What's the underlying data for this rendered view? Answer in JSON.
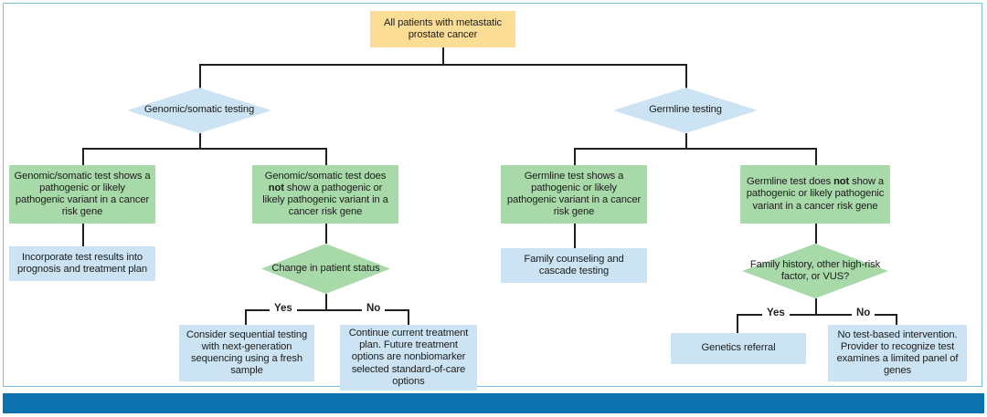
{
  "figure": {
    "kind": "clinical-decision-flowchart",
    "colors": {
      "root_box": "#fcdd95",
      "test_result_box": "#a8d9a8",
      "action_box": "#cbe3f2",
      "decision_diamond_blue": "#cbe3f2",
      "decision_diamond_green": "#a8d9a8",
      "connector": "#231f20",
      "frame_border": "#7ec0e0",
      "footer_bar": "#0b72ad"
    }
  },
  "nodes": {
    "root": "All patients with metastatic prostate cancer",
    "genomic_branch": "Genomic/somatic testing",
    "germline_branch": "Germline testing",
    "genomic_positive": {
      "pre": "Genomic/somatic test shows a pathogenic or likely pathogenic variant in a cancer risk gene"
    },
    "genomic_negative": {
      "pre": "Genomic/somatic test does ",
      "bold": "not",
      "post": " show a pathogenic or likely pathogenic variant in a cancer risk gene"
    },
    "germline_positive": {
      "pre": "Germline test shows a pathogenic or likely pathogenic variant in a cancer risk gene"
    },
    "germline_negative": {
      "pre": "Germline test does ",
      "bold": "not",
      "post": " show a pathogenic or likely pathogenic variant in a cancer risk gene"
    },
    "incorporate_results": "Incorporate test results into prognosis and treatment plan",
    "change_in_status": "Change in patient status",
    "family_counseling": "Family counseling and cascade testing",
    "family_history": "Family history, other high-risk factor, or VUS?",
    "sequential_testing": "Consider sequential testing with next-generation sequencing using a fresh sample",
    "continue_treatment": "Continue current treatment plan. Future treatment options are nonbiomarker selected standard-of-care options",
    "genetics_referral": "Genetics referral",
    "no_intervention": "No test-based intervention. Provider to recognize test examines a limited panel of genes"
  },
  "branch_labels": {
    "yes_left": "Yes",
    "no_left": "No",
    "yes_right": "Yes",
    "no_right": "No"
  }
}
